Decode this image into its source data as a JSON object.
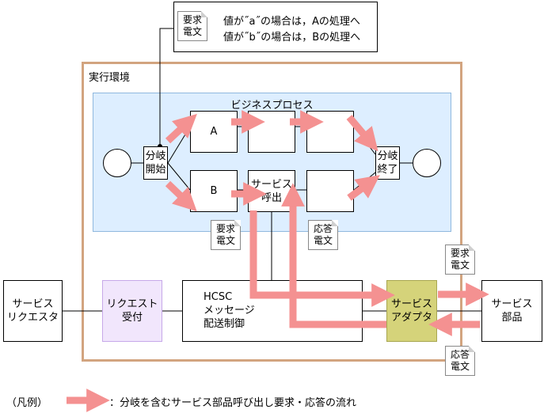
{
  "note": {
    "doc_label": "要求\n電文",
    "line1": "値が˝a˝の場合は，Aの処理へ",
    "line2": "値が˝b˝の場合は，Bの処理へ"
  },
  "env": {
    "title": "実行環境"
  },
  "business_process": {
    "title": "ビジネスプロセス"
  },
  "nodes": {
    "branch_start": "分岐\n開始",
    "branch_end": "分岐\n終了",
    "a": "A",
    "b": "B",
    "service_call": "サービス\n呼出",
    "requester": "サービス\nリクエスタ",
    "request_receive": "リクエスト\n受付",
    "hcsc": "HCSC\nメッセージ\n配送制御",
    "adapter": "サービス\nアダプタ",
    "component": "サービス\n部品"
  },
  "docs": {
    "request_1": "要求\n電文",
    "response_1": "応答\n電文",
    "request_2": "要求\n電文",
    "response_2": "応答\n電文"
  },
  "legend": {
    "paren": "（凡例）",
    "text": "：分岐を含むサービス部品呼び出し要求・応答の流れ"
  },
  "colors": {
    "env_border": "#d2a47f",
    "bp_fill": "#ddeeff",
    "bp_border": "#8fb8de",
    "arrow": "#f49191",
    "request_fill": "#f1e6fc",
    "request_border": "#c7a9e9",
    "adapter_fill": "#d5d37a"
  }
}
